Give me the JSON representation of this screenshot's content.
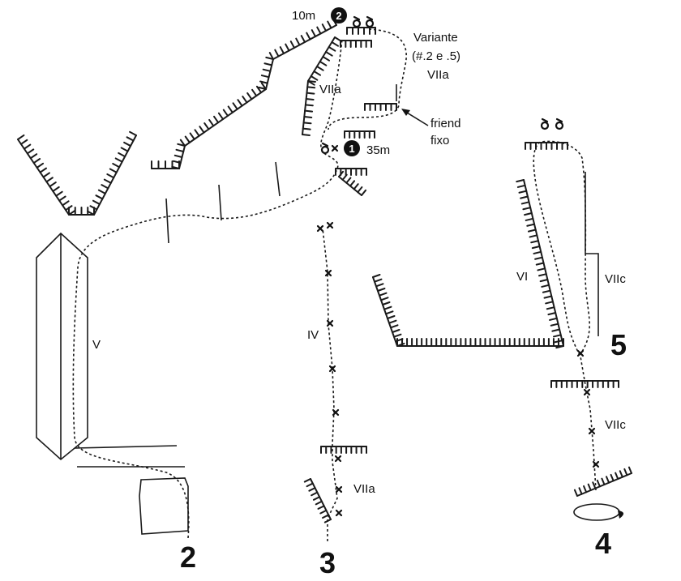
{
  "labels": {
    "variante_line1": "Variante",
    "variante_line2": "(#.2 e .5)",
    "variante_grade": "VIIa",
    "friend_line1": "friend",
    "friend_line2": "fixo",
    "grade_upper_left": "VIIa",
    "belay1_distance": "35m",
    "belay2_distance": "10m",
    "belay1_number": "1",
    "belay2_number": "2",
    "grade_route2": "V",
    "grade_route3_upper": "IV",
    "grade_route3_lower": "VIIa",
    "grade_route5_left": "VI",
    "grade_route5_right": "VIIc",
    "grade_route4": "VIIc"
  },
  "route_numbers": {
    "route2": "2",
    "route3": "3",
    "route4": "4",
    "route5": "5"
  },
  "colors": {
    "ink": "#1a1a1a",
    "background": "#ffffff"
  }
}
